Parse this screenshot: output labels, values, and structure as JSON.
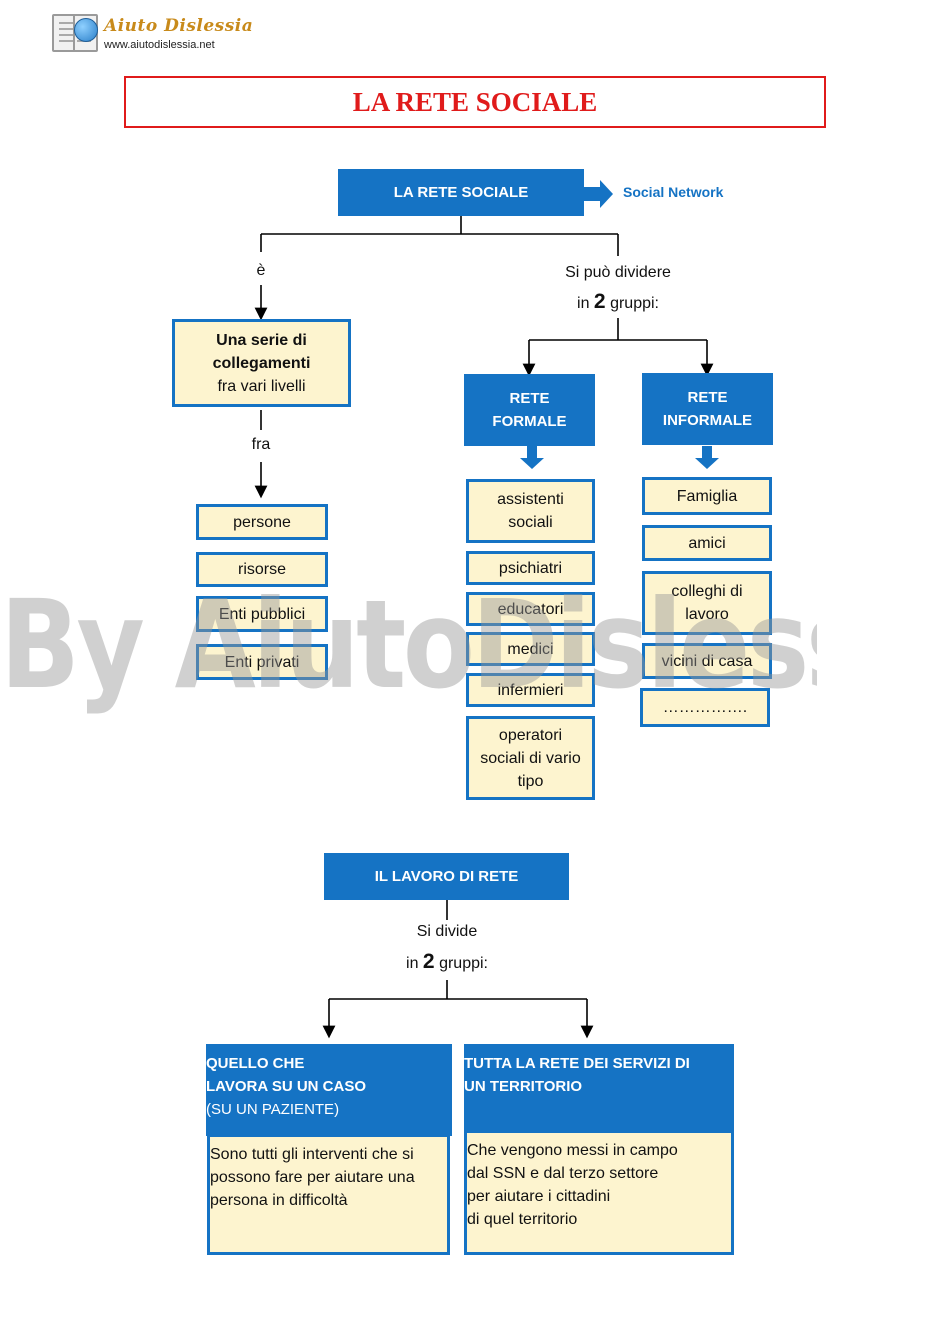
{
  "header": {
    "logo_title": "Aiuto Dislessia",
    "logo_url": "www.aiutodislessia.net"
  },
  "title": "LA RETE SOCIALE",
  "map1": {
    "root": "LA RETE SOCIALE",
    "side_label": "Social Network",
    "left_connector": "è",
    "right_connector_line1": "Si può dividere",
    "right_connector_in": "in",
    "right_connector_num": "2",
    "right_connector_end": "gruppi:",
    "definition_bold1": "Una serie di",
    "definition_bold2": "collegamenti",
    "definition_line3": "fra vari livelli",
    "between_label": "fra",
    "between_items": [
      "persone",
      "risorse",
      "Enti pubblici",
      "Enti privati"
    ],
    "formal": {
      "title1": "RETE",
      "title2": "FORMALE",
      "items": [
        "assistenti",
        "sociali",
        "psichiatri",
        "educatori",
        "medici",
        "infermieri",
        "operatori",
        "sociali di vario",
        "tipo"
      ]
    },
    "informal": {
      "title1": "RETE",
      "title2": "INFORMALE",
      "items": [
        "Famiglia",
        "amici",
        "colleghi di",
        "lavoro",
        "vicini di casa",
        "……………."
      ]
    }
  },
  "map2": {
    "root": "IL LAVORO DI RETE",
    "connector_line1": "Si divide",
    "connector_in": "in",
    "connector_num": "2",
    "connector_end": "gruppi:",
    "left_title1": "QUELLO CHE",
    "left_title2": "LAVORA SU UN CASO",
    "left_title3": "(SU UN PAZIENTE)",
    "left_desc1": "Sono tutti gli interventi che si",
    "left_desc2": "possono fare per aiutare una",
    "left_desc3": "persona in difficoltà",
    "right_title1": "TUTTA LA RETE DEI SERVIZI DI",
    "right_title2": "UN TERRITORIO",
    "right_desc1": "Che vengono messi in campo",
    "right_desc2": "dal SSN e dal terzo settore",
    "right_desc3": "per aiutare i cittadini",
    "right_desc4": "di quel territorio"
  },
  "watermark": "By AiutoDislessia.net",
  "colors": {
    "accent_blue": "#1573c4",
    "cream": "#fdf4cf",
    "title_red": "#e01b1b"
  }
}
